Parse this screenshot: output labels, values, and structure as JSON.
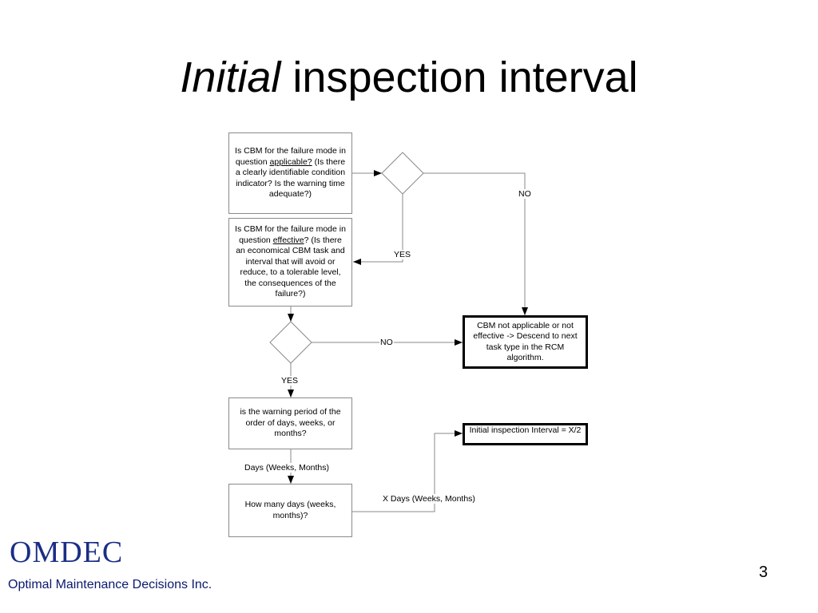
{
  "slide": {
    "title_italic": "Initial",
    "title_rest": " inspection interval",
    "logo": "OMDEC",
    "company": "Optimal Maintenance Decisions Inc.",
    "page_number": "3"
  },
  "flowchart": {
    "q1": {
      "pre": "Is CBM for the failure mode in question ",
      "key": "applicable?",
      "post": " (Is there a clearly identifiable condition indicator? Is the warning time adequate?)"
    },
    "q2": {
      "pre": "Is CBM for the failure mode in question ",
      "key": "effective",
      "post": "? (Is there an economical CBM task and interval that will avoid or reduce, to a tolerable level, the consequences of the failure?)"
    },
    "cbm_not": "CBM not applicable or not effective -> Descend to next task type in the RCM algorithm.",
    "q3": "is the warning period of the order of days, weeks, or months?",
    "q4": "How many days (weeks, months)?",
    "result": "Initial inspection Interval = X/2",
    "labels": {
      "no1": "NO",
      "yes1": "YES",
      "no2": "NO",
      "yes2": "YES",
      "days": "Days (Weeks, Months)",
      "xdays": "X Days (Weeks, Months)"
    }
  }
}
